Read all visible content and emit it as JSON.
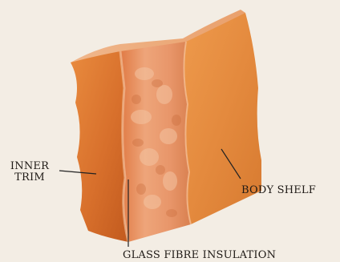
{
  "labels": {
    "inner_trim": [
      "INNER",
      "TRIM"
    ],
    "body_shelf": "BODY SHELF",
    "glass_fibre": "GLASS FIBRE INSULATION"
  },
  "colors": {
    "background": "#f3ede4",
    "trim_face": "#d9722c",
    "shelf_face": "#e48a3e",
    "insulation": "#e69a6a",
    "edge_pink": "#efb690",
    "leader": "#222222"
  }
}
